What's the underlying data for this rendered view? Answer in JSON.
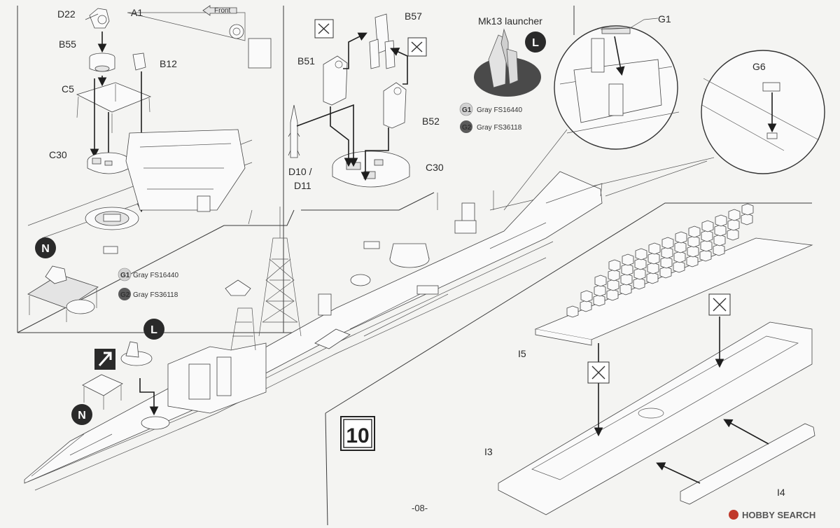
{
  "step_number": "10",
  "page_number": "-08-",
  "watermark": "HOBBY SEARCH",
  "front_label": "Front",
  "mk13_title": "Mk13 launcher",
  "markers": {
    "L": "L",
    "N": "N"
  },
  "colors": {
    "G1": {
      "code": "G1",
      "name": "Gray FS16440",
      "hex": "#d2d2d2"
    },
    "G2": {
      "code": "G2",
      "name": "Gray FS36118",
      "hex": "#5a5a5a"
    }
  },
  "part_labels": {
    "D22": "D22",
    "A1": "A1",
    "B55": "B55",
    "B12": "B12",
    "C5": "C5",
    "C30_left": "C30",
    "B57": "B57",
    "B51": "B51",
    "B52": "B52",
    "D10_D11_line1": "D10 /",
    "D10_D11_line2": "D11",
    "C30_mid": "C30",
    "G1": "G1",
    "G6": "G6",
    "I5": "I5",
    "I3": "I3",
    "I4": "I4"
  }
}
